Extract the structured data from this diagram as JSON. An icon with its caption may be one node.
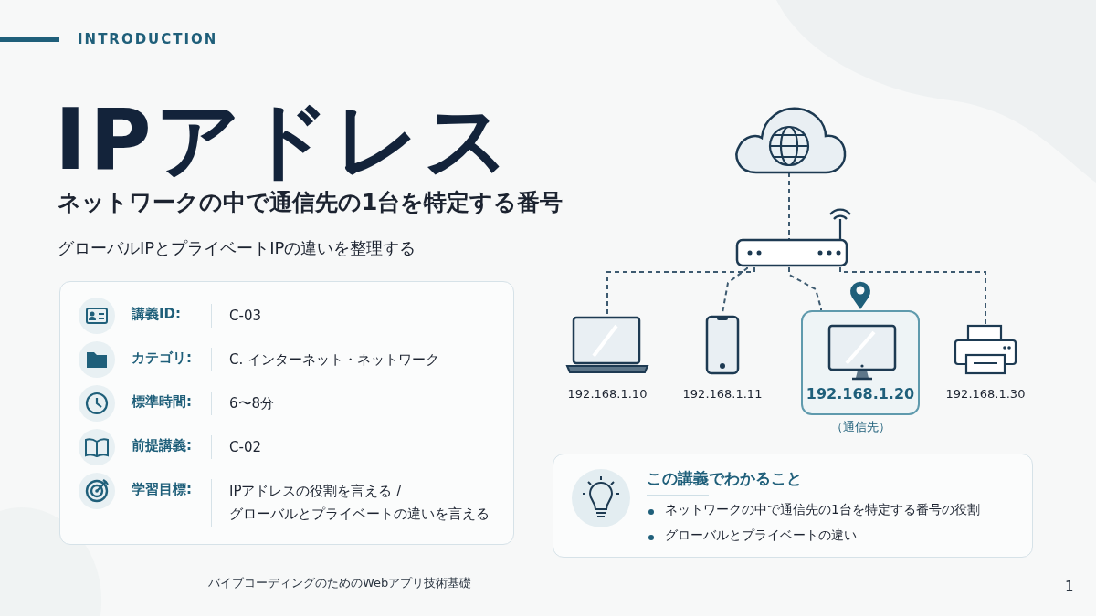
{
  "diagram": {
    "title": "IPアドレス",
    "nodes": [
      {
        "text": [],
        "shape": "cloud"
      },
      {
        "text": [],
        "shape": "picture"
      },
      {
        "text": [],
        "shape": "picture",
        "beside": [
          "192.168.1.10"
        ]
      },
      {
        "text": [],
        "shape": "picture",
        "beside": [
          "192.168.1.11"
        ]
      },
      {
        "text": [
          "192.168.1.20"
        ],
        "beside": [
          "（通信先）"
        ]
      },
      {
        "text": [],
        "shape": "picture",
        "beside": [
          "192.168.1.30"
        ]
      },
      {
        "text": [
          "講義ID:",
          "C-03",
          "カテゴリ:",
          "C. インターネット・ネットワーク",
          "標準時間:",
          "6〜8分",
          "前提講義:",
          "C-02",
          "学習目標:",
          "IPアドレスの役割を言える / グローバルとプライベートの違いを言える"
        ]
      },
      {
        "text": [
          "この講義でわかること",
          "ネットワークの中で通信先の1台を特定する番号の役割",
          "グローバルとプライベートの違い"
        ]
      }
    ],
    "edges": [
      {
        "from": 0,
        "to": 1,
        "arrow": "none",
        "style": "dashed"
      },
      {
        "from": 1,
        "to": 2,
        "arrow": "none",
        "style": "dashed"
      },
      {
        "from": 1,
        "to": 3,
        "arrow": "none",
        "style": "dashed"
      },
      {
        "from": 1,
        "to": 4,
        "arrow": "none",
        "style": "dashed"
      },
      {
        "from": 1,
        "to": 5,
        "arrow": "none",
        "style": "dashed"
      }
    ],
    "labels": [
      "INTRODUCTION",
      "ネットワークの中で通信先の1台を特定する番号",
      "グローバルIPとプライベートIPの違いを整理する",
      "バイブコーディングのためのWebアプリ技術基礎",
      "1"
    ]
  }
}
